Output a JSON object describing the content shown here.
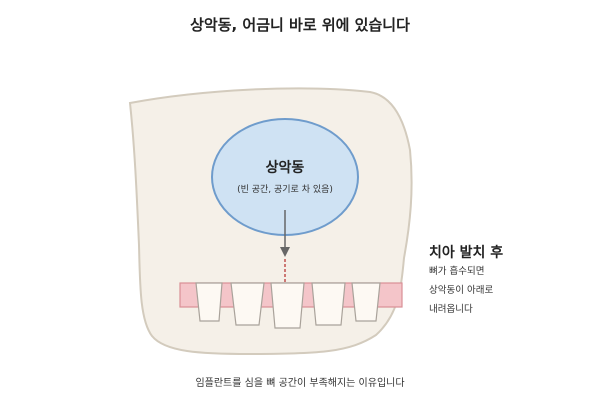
{
  "title": "상악동, 어금니 바로 위에 있습니다",
  "sinus": {
    "label": "상악동",
    "sublabel": "(빈 공간, 공기로 차 있음)"
  },
  "annotation": {
    "title": "치아 발치 후",
    "lines": [
      "뼈가 흡수되면",
      "상악동이 아래로",
      "내려옵니다"
    ]
  },
  "caption": "임플란트를 심을 뼈 공간이 부족해지는 이유입니다",
  "colors": {
    "bone_fill": "#f5f0e8",
    "bone_stroke": "#d3cbbd",
    "sinus_fill": "#cfe2f3",
    "sinus_stroke": "#6f9ccc",
    "gum_fill": "#f4c5c9",
    "gum_stroke": "#d98f96",
    "tooth_fill": "#fdf9f3",
    "tooth_stroke": "#a9a29a",
    "arrow": "#666666",
    "dash": "#c0504d"
  }
}
